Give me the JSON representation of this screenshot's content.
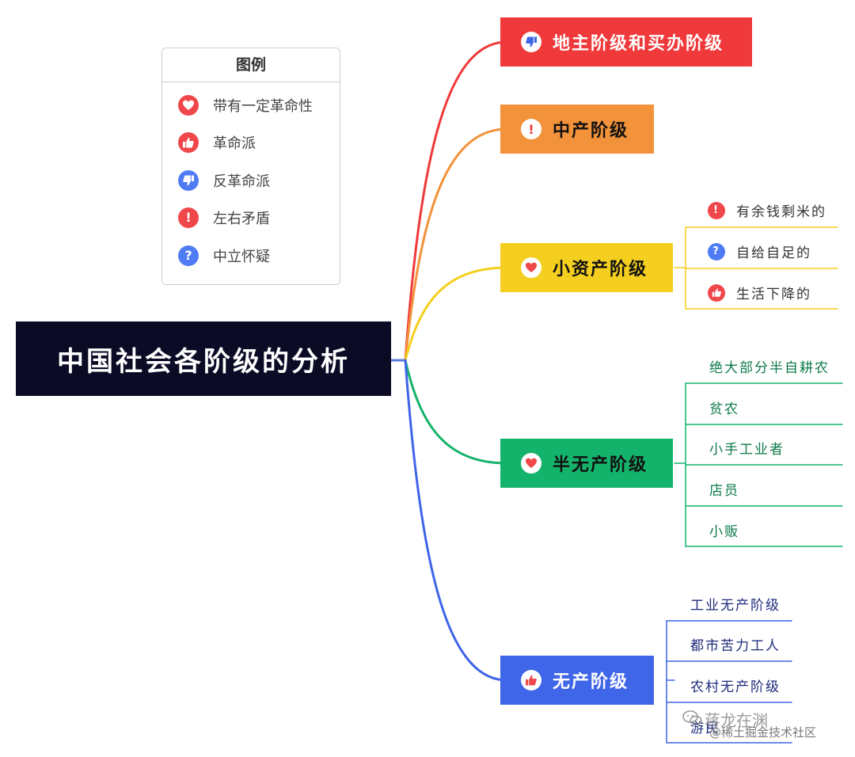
{
  "legend": {
    "title": "图例",
    "items": [
      {
        "icon": "heart-icon",
        "color": "#f0474b",
        "label": "带有一定革命性"
      },
      {
        "icon": "thumbs-up-icon",
        "color": "#f0474b",
        "label": "革命派"
      },
      {
        "icon": "thumbs-down-icon",
        "color": "#4f7cf4",
        "label": "反革命派"
      },
      {
        "icon": "exclamation-icon",
        "color": "#f0474b",
        "label": "左右矛盾"
      },
      {
        "icon": "question-icon",
        "color": "#4f7cf4",
        "label": "中立怀疑"
      }
    ]
  },
  "root": {
    "label": "中国社会各阶级的分析",
    "color": "#0b0b26"
  },
  "categories": [
    {
      "label": "地主阶级和买办阶级",
      "icon": "thumbs-down-icon",
      "color": "#f0393a",
      "text_color": "#ffffff",
      "children": []
    },
    {
      "label": "中产阶级",
      "icon": "exclamation-icon",
      "color": "#f2923a",
      "text_color": "#111111",
      "children": []
    },
    {
      "label": "小资产阶级",
      "icon": "heart-icon",
      "color": "#f5cf1f",
      "text_color": "#111111",
      "children": [
        {
          "label": "有余钱剩米的",
          "icon": "exclamation-icon"
        },
        {
          "label": "自给自足的",
          "icon": "question-icon"
        },
        {
          "label": "生活下降的",
          "icon": "thumbs-up-icon"
        }
      ]
    },
    {
      "label": "半无产阶级",
      "icon": "heart-icon",
      "color": "#14b36b",
      "text_color": "#111111",
      "children": [
        {
          "label": "绝大部分半自耕农"
        },
        {
          "label": "贫农"
        },
        {
          "label": "小手工业者"
        },
        {
          "label": "店员"
        },
        {
          "label": "小贩"
        }
      ]
    },
    {
      "label": "无产阶级",
      "icon": "thumbs-up-icon",
      "color": "#3f65e8",
      "text_color": "#ffffff",
      "children": [
        {
          "label": "工业无产阶级"
        },
        {
          "label": "都市苦力工人"
        },
        {
          "label": "农村无产阶级"
        },
        {
          "label": "游民"
        }
      ]
    }
  ],
  "watermark": {
    "main": "蒋龙在渊",
    "sub": "@稀土掘金技术社区",
    "icon": "wechat-icon"
  }
}
